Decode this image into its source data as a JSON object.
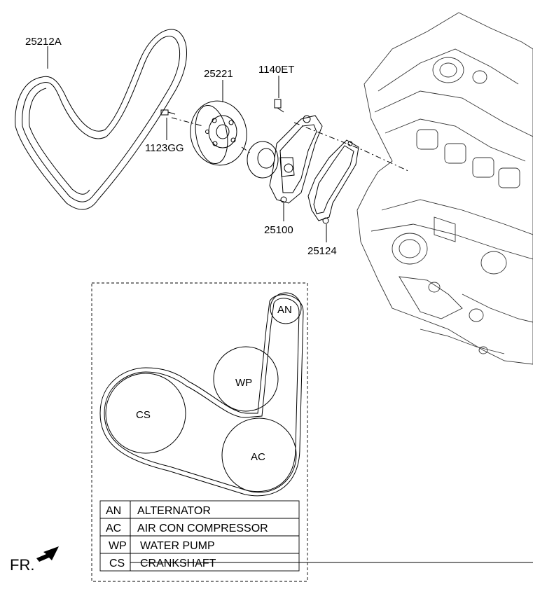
{
  "part_labels": {
    "belt": "25212A",
    "pulley": "25221",
    "pulley_bolt": "1123GG",
    "pump_bolt": "1140ET",
    "water_pump": "25100",
    "gasket": "25124"
  },
  "pulleys": {
    "an": "AN",
    "wp": "WP",
    "cs": "CS",
    "ac": "AC"
  },
  "legend": [
    {
      "code": "AN",
      "name": "ALTERNATOR"
    },
    {
      "code": "AC",
      "name": "AIR CON COMPRESSOR"
    },
    {
      "code": "WP",
      "name": "WATER PUMP"
    },
    {
      "code": "CS",
      "name": "CRANKSHAFT"
    }
  ],
  "direction": "FR."
}
